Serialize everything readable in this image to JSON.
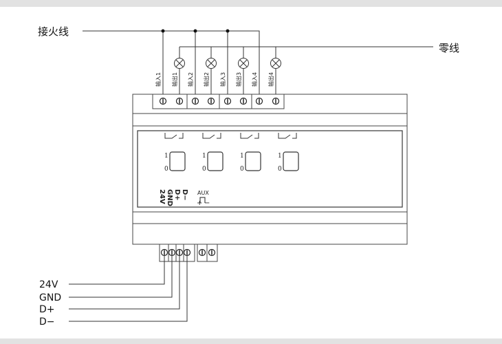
{
  "labels": {
    "live": "接火线",
    "neutral": "零线",
    "inputs": [
      "输入1",
      "输入2",
      "输入3",
      "输入4"
    ],
    "outputs": [
      "输出1",
      "输出2",
      "输出3",
      "输出4"
    ],
    "switch_on": "1",
    "switch_off": "0",
    "bus": [
      "24V",
      "GND",
      "D+",
      "D−"
    ],
    "aux": "AUX",
    "aux_plus": "+",
    "aux_minus": "−",
    "wires": [
      "24V",
      "GND",
      "D+",
      "D−"
    ]
  },
  "colors": {
    "line": "#333333",
    "frame": "#e2e2e2"
  }
}
